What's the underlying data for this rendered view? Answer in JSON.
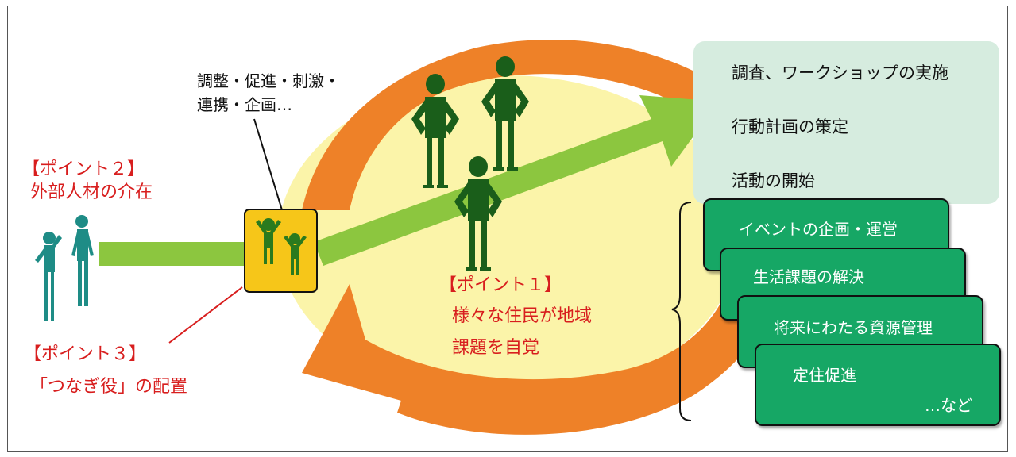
{
  "labels": {
    "point2_heading": "【ポイント２】",
    "point2_text": "外部人材の介在",
    "coordinator_roles_line1": "調整・促進・刺激・",
    "coordinator_roles_line2": "連携・企画…",
    "point1_heading": "【ポイント１】",
    "point1_line1": "様々な住民が地域",
    "point1_line2": "課題を自覚",
    "point3_heading": "【ポイント３】",
    "point3_text": "「つなぎ役」の配置"
  },
  "steps_panel": {
    "items": [
      "調査、ワークショップの実施",
      "行動計画の策定",
      "活動の開始"
    ]
  },
  "activities": {
    "items": [
      "イベントの企画・運営",
      "生活課題の解決",
      "将来にわたる資源管理",
      "定住促進"
    ],
    "etc": "…など"
  },
  "colors": {
    "orange": "#ee8128",
    "yellow": "#fbf4a9",
    "arrow_green": "#8cc63f",
    "figure_green": "#1a5e1a",
    "teal": "#1e8c86",
    "box_green": "#16a765",
    "panel_green": "#d6ecdf",
    "coordinator_box": "#f6c619",
    "red_text": "#d81e1e"
  }
}
